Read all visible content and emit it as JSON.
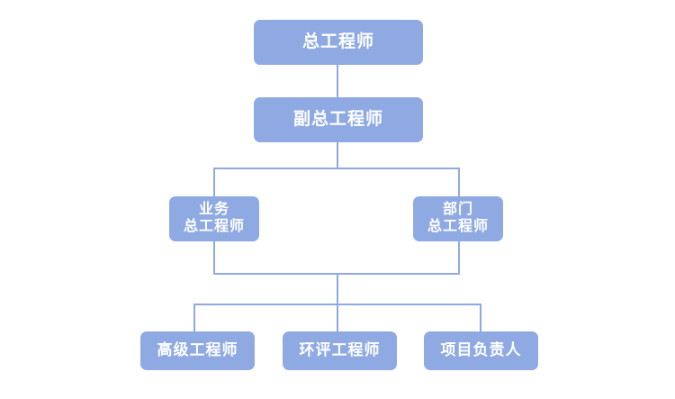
{
  "chart_data": {
    "type": "diagram",
    "diagram_kind": "organizational-chart",
    "title": "",
    "orientation": "top-down",
    "colors": {
      "node_fill": "#8FAAE3",
      "node_text": "#FFFFFF",
      "connector": "#8FAAE3",
      "background": "#FFFFFF"
    },
    "levels": [
      {
        "level": 1,
        "labels": [
          "总工程师"
        ]
      },
      {
        "level": 2,
        "labels": [
          "副总工程师"
        ]
      },
      {
        "level": 3,
        "labels": [
          "业务\n总工程师",
          "部门\n总工程师"
        ]
      },
      {
        "level": 4,
        "labels": [
          "高级工程师",
          "环评工程师",
          "项目负责人"
        ]
      }
    ],
    "edges": [
      {
        "from": "总工程师",
        "to": "副总工程师"
      },
      {
        "from": "副总工程师",
        "to": "业务\n总工程师"
      },
      {
        "from": "副总工程师",
        "to": "部门\n总工程师"
      },
      {
        "from": "业务\n总工程师",
        "to": "高级工程师"
      },
      {
        "from": "业务\n总工程师",
        "to": "环评工程师"
      },
      {
        "from": "业务\n总工程师",
        "to": "项目负责人"
      },
      {
        "from": "部门\n总工程师",
        "to": "高级工程师"
      },
      {
        "from": "部门\n总工程师",
        "to": "环评工程师"
      },
      {
        "from": "部门\n总工程师",
        "to": "项目负责人"
      }
    ]
  },
  "chart": {
    "nodes": {
      "chief_engineer": "总工程师",
      "deputy_chief_engineer": "副总工程师",
      "business_chief_engineer": "业务\n总工程师",
      "department_chief_engineer": "部门\n总工程师",
      "senior_engineer": "高级工程师",
      "eia_engineer": "环评工程师",
      "project_manager": "项目负责人"
    }
  }
}
